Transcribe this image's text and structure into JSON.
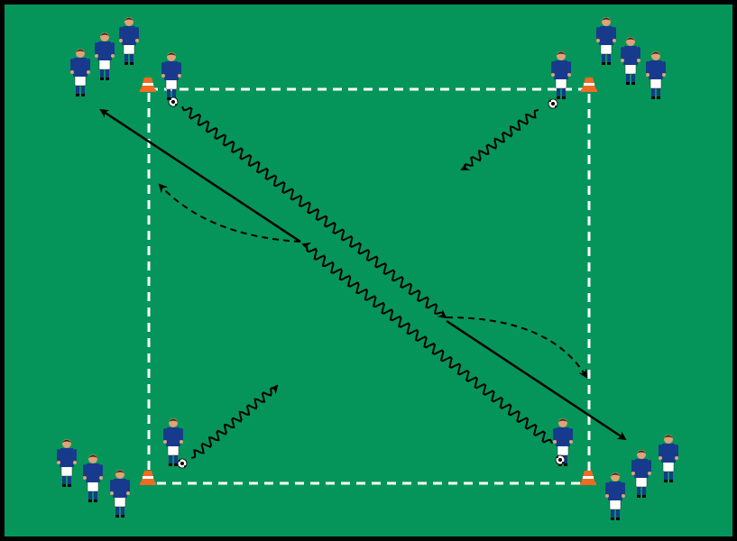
{
  "diagram": {
    "colors": {
      "pitch": "#05955a",
      "border": "#000000",
      "boundary": "#ffffff",
      "cone": "#f26a21",
      "cone_stripe": "#ffffff",
      "shirt": "#173a8c",
      "shorts": "#ffffff",
      "skin": "#e0a277",
      "hair": "#3a2616",
      "arrow": "#000000"
    },
    "legend": {
      "solid_arrow": "pass",
      "dashed_arrow": "player-run",
      "wavy_arrow": "dribble"
    },
    "groups": [
      "top-left",
      "top-right",
      "bottom-left",
      "bottom-right"
    ]
  }
}
